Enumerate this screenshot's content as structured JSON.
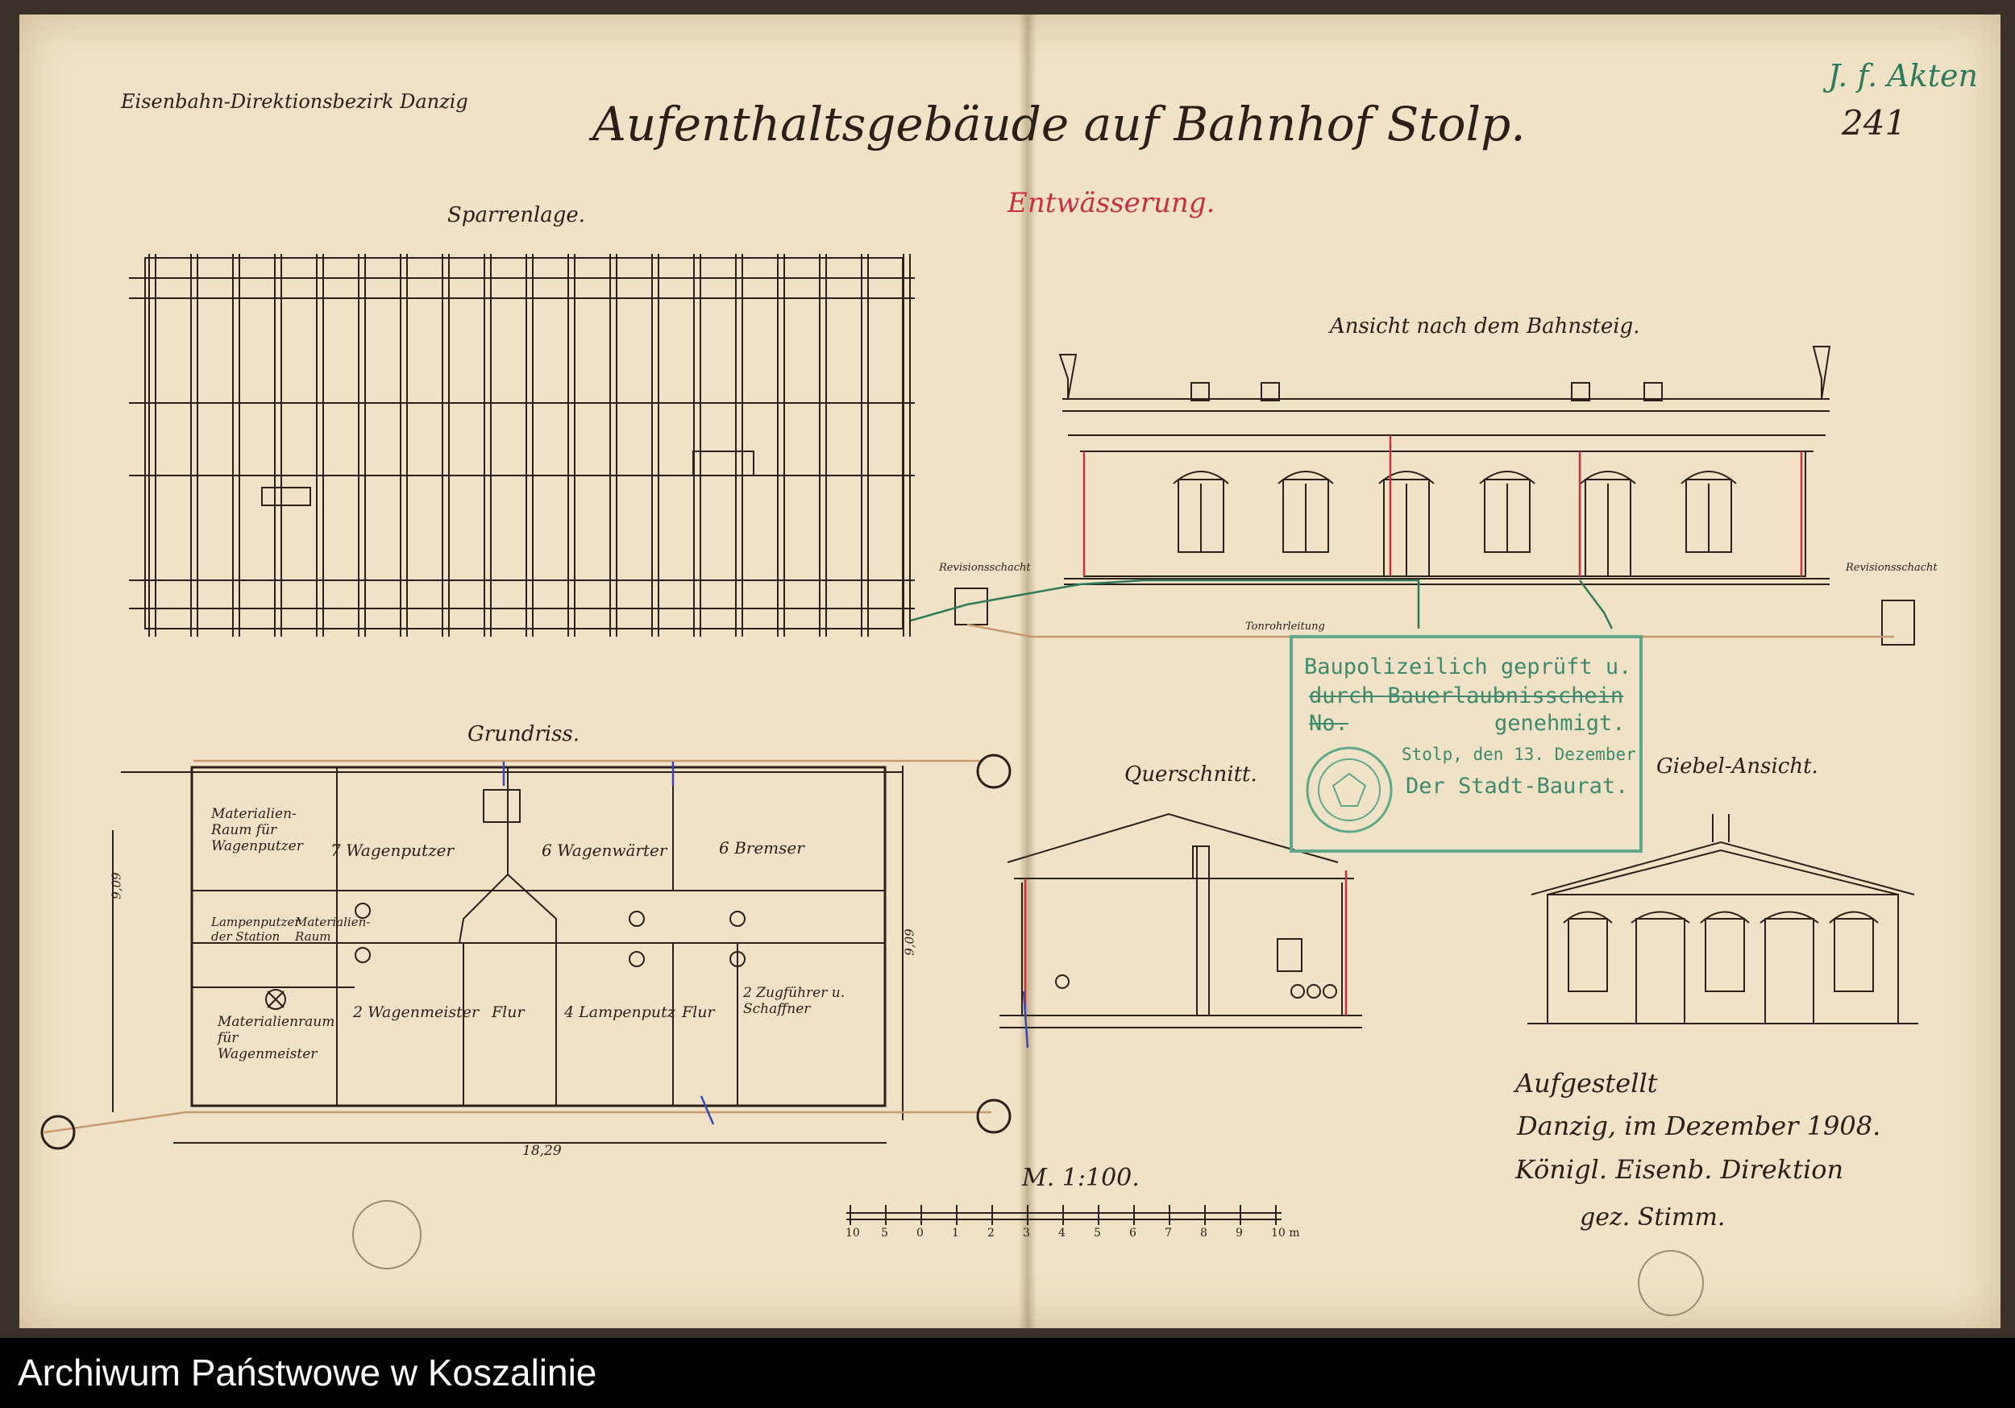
{
  "header": {
    "district": "Eisenbahn-Direktionsbezirk Danzig",
    "title": "Aufenthaltsgebäude auf Bahnhof Stolp.",
    "drainage": "Entwässerung.",
    "archive_note": "J. f. Akten",
    "sheet_number": "241"
  },
  "views": {
    "rafters": "Sparrenlage.",
    "platform_view": "Ansicht nach dem Bahnsteig.",
    "floor_plan": "Grundriss.",
    "cross_section": "Querschnitt.",
    "gable_view": "Giebel-Ansicht."
  },
  "rooms": {
    "material_painter": "Materialien-Raum für Wagenputzer",
    "car_cleaner": "7 Wagenputzer",
    "car_attendant": "6 Wagenwärter",
    "brakeman": "6 Bremser",
    "lamp_cleaner": "Lampenputzer der Station",
    "material_station": "Materialien-Raum",
    "material_master": "Materialienraum für Wagenmeister",
    "car_master": "2 Wagenmeister",
    "hall1": "Flur",
    "lamp_room": "4 Lampenputz",
    "hall2": "Flur",
    "conductor": "2 Zugführer u. Schaffner"
  },
  "labels": {
    "revision_left": "Revisionsschacht",
    "revision_right": "Revisionsschacht",
    "pipe": "Tonrohrleitung"
  },
  "dimensions": {
    "total_width": "18,29",
    "depth_left": "9,09",
    "depth_right": "9,09"
  },
  "stamp": {
    "line1": "Baupolizeilich geprüft u.",
    "line2": "durch Bauerlaubnisschein",
    "line3": "No.",
    "line4": "genehmigt.",
    "line5": "Stolp, den 13. Dezember",
    "line6": "Der Stadt-Baurat."
  },
  "scale": {
    "label": "M. 1:100.",
    "ticks": [
      "10",
      "5",
      "0",
      "1",
      "2",
      "3",
      "4",
      "5",
      "6",
      "7",
      "8",
      "9",
      "10 m"
    ]
  },
  "signature": {
    "line1": "Aufgestellt",
    "line2": "Danzig, im Dezember 1908.",
    "line3": "Königl. Eisenb. Direktion",
    "line4": "gez. Stimm."
  },
  "footer": {
    "archive": "Archiwum Państwowe w Koszalinie"
  },
  "colors": {
    "paper": "#efe2c6",
    "ink": "#2a2018",
    "red_ink": "#c73040",
    "stamp_green": "#5fa88a",
    "blue_ink": "#3a4ab0"
  }
}
